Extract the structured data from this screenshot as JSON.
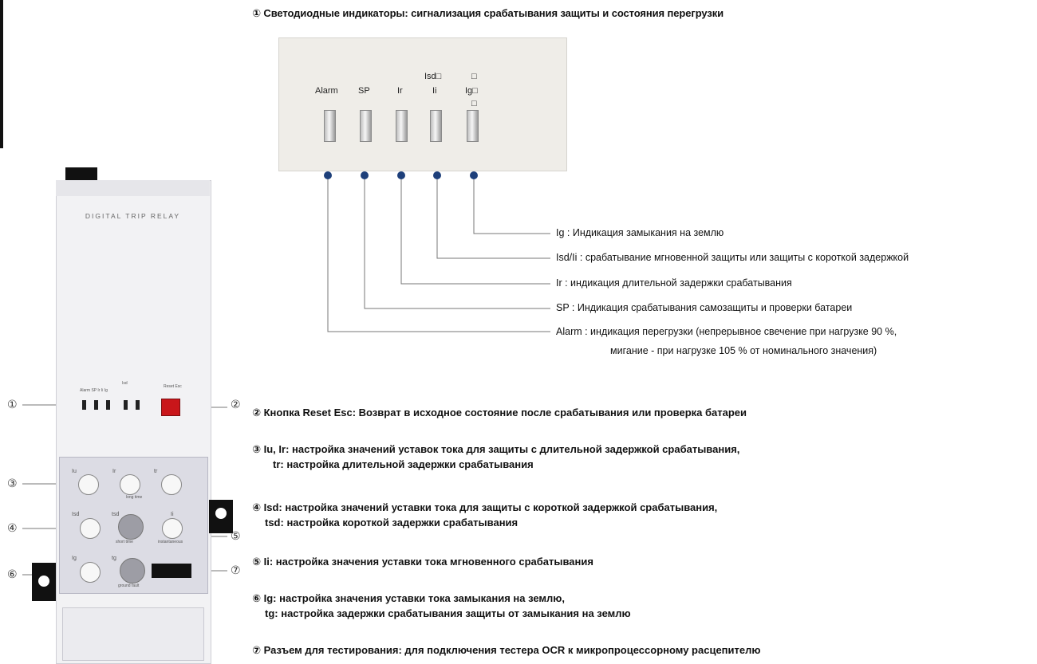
{
  "title": "① Светодиодные индикаторы: сигнализация срабатывания защиты и состояния перегрузки",
  "panel_labels": {
    "alarm": "Alarm",
    "sp": "SP",
    "ir": "Ir",
    "isd": "Isd□",
    "ii": "Ii",
    "ig_top": "□",
    "ig": "Ig□",
    "ig_bottom": "□"
  },
  "legend": [
    "Ig : Индикация замыкания на землю",
    "Isd/Ii : срабатывание мгновенной защиты или защиты с короткой задержкой",
    "Ir : индикация длительной задержки срабатывания",
    "SP : Индикация срабатывания самозащиты и проверки батареи",
    "Alarm : индикация перегрузки (непрерывное свечение при нагрузке 90 %,",
    "мигание - при нагрузке 105 % от номинального значения)"
  ],
  "device": {
    "label": "DIGITAL TRIP RELAY",
    "led_labels": "Alarm SP Ir Ii Ig",
    "isd_small": "Isd",
    "reset_label": "Reset Esc",
    "dial_labels": [
      "Iu",
      "Ir",
      "tr",
      "Isd",
      "tsd",
      "Ii",
      "Ig",
      "tg"
    ],
    "small_texts": [
      "long time",
      "short time",
      "instantaneous",
      "ground fault"
    ]
  },
  "callouts": [
    "①",
    "②",
    "③",
    "④",
    "⑤",
    "⑥",
    "⑦"
  ],
  "items": {
    "i2": "② Кнопка Reset Esc: Возврат в исходное состояние после срабатывания или проверка батареи",
    "i3a": "③ Iu, Ir: настройка значений уставок тока для защиты с длительной задержкой срабатывания,",
    "i3b": "tr: настройка длительной задержки срабатывания",
    "i4a": "④ Isd: настройка значений уставки тока для защиты с короткой задержкой срабатывания,",
    "i4b": "tsd: настройка короткой задержки срабатывания",
    "i5": "⑤ Ii: настройка значения уставки тока мгновенного срабатывания",
    "i6a": "⑥ Ig: настройка значения уставки тока замыкания на землю,",
    "i6b": "tg: настройка задержки срабатывания защиты от замыкания на землю",
    "i7": "⑦ Разъем для тестирования: для подключения тестера OCR к микропроцессорному расцепителю"
  },
  "colors": {
    "dot": "#1d3f7a",
    "line": "#777777",
    "reset": "#c9161a"
  }
}
